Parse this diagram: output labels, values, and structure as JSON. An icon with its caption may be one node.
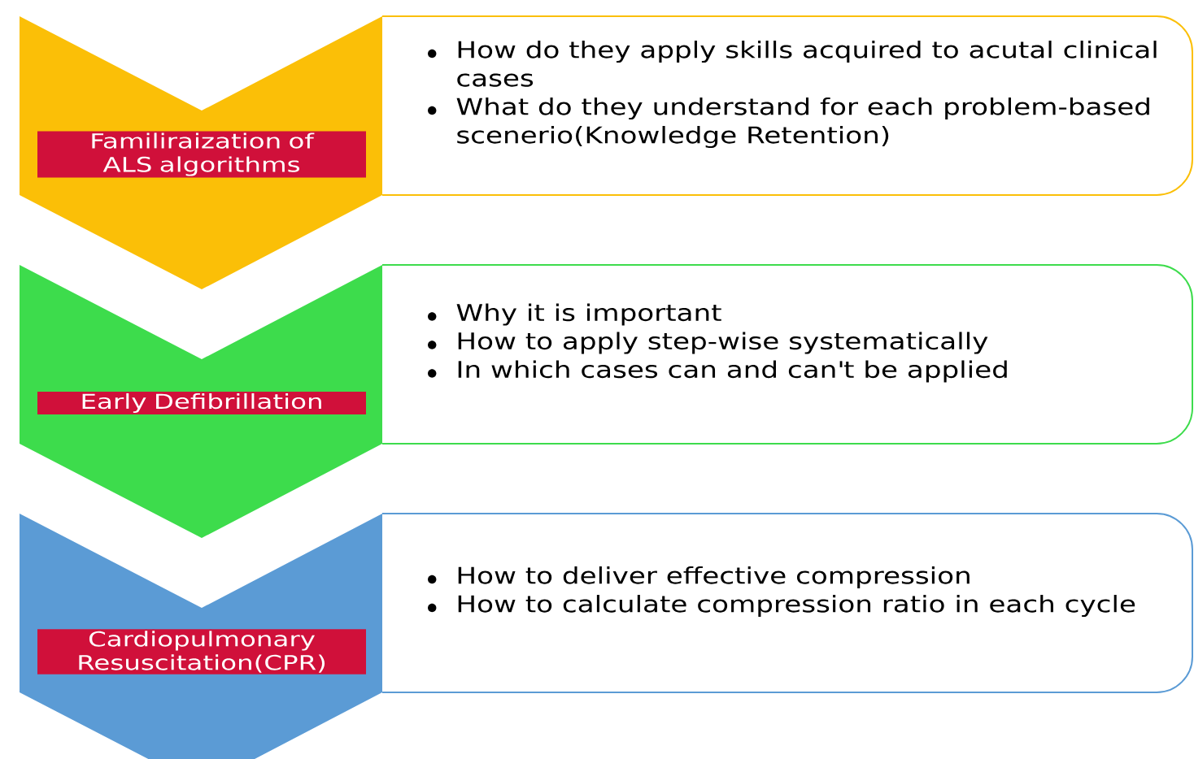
{
  "diagram": {
    "nodes": [
      {
        "text": [
          "Familiraization of ALS algorithms"
        ]
      },
      {
        "text": [
          "How do they apply skills acquired to acutal clinical cases",
          "What do they understand for each problem-based scenerio(Knowledge Retention)"
        ]
      },
      {
        "text": [
          "Early Defibrillation"
        ]
      },
      {
        "text": [
          "Why it is important",
          "How to apply step-wise systematically",
          "In which cases can and can't be applied"
        ]
      },
      {
        "text": [
          "Cardiopulmonary Resuscitation(CPR)"
        ]
      },
      {
        "text": [
          "How to deliver effective compression",
          "How to calculate compression ratio in each cycle"
        ]
      }
    ]
  }
}
